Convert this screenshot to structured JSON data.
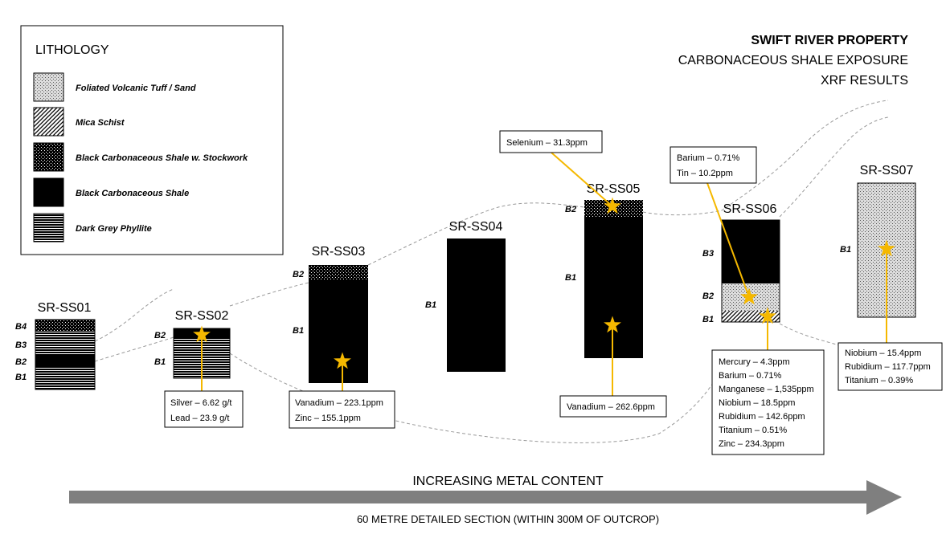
{
  "header": {
    "line1": "SWIFT RIVER PROPERTY",
    "line2": "CARBONACEOUS SHALE EXPOSURE",
    "line3": "XRF RESULTS"
  },
  "legend": {
    "title": "LITHOLOGY",
    "items": [
      {
        "label": "Foliated Volcanic Tuff / Sand",
        "pattern": "tuff"
      },
      {
        "label": "Mica Schist",
        "pattern": "schist"
      },
      {
        "label": "Black Carbonaceous Shale w. Stockwork",
        "pattern": "stockwork"
      },
      {
        "label": "Black Carbonaceous Shale",
        "pattern": "shale"
      },
      {
        "label": "Dark Grey Phyllite",
        "pattern": "phyllite"
      }
    ]
  },
  "columns": [
    {
      "id": "SR-SS01",
      "beds": [
        "B4",
        "B3",
        "B2",
        "B1"
      ]
    },
    {
      "id": "SR-SS02",
      "beds": [
        "B2",
        "B1"
      ]
    },
    {
      "id": "SR-SS03",
      "beds": [
        "B2",
        "B1"
      ]
    },
    {
      "id": "SR-SS04",
      "beds": [
        "B1"
      ]
    },
    {
      "id": "SR-SS05",
      "beds": [
        "B2",
        "B1"
      ]
    },
    {
      "id": "SR-SS06",
      "beds": [
        "B3",
        "B2",
        "B1"
      ]
    },
    {
      "id": "SR-SS07",
      "beds": [
        "B1"
      ]
    }
  ],
  "callouts": [
    {
      "id": "ss02",
      "lines": [
        "Silver – 6.62 g/t",
        "Lead – 23.9 g/t"
      ]
    },
    {
      "id": "ss03",
      "lines": [
        "Vanadium – 223.1ppm",
        "Zinc – 155.1ppm"
      ]
    },
    {
      "id": "ss05-top",
      "lines": [
        "Selenium – 31.3ppm"
      ]
    },
    {
      "id": "ss05-bottom",
      "lines": [
        "Vanadium – 262.6ppm"
      ]
    },
    {
      "id": "ss06-top",
      "lines": [
        "Barium – 0.71%",
        "Tin – 10.2ppm"
      ]
    },
    {
      "id": "ss06-bottom",
      "lines": [
        "Mercury – 4.3ppm",
        "Barium – 0.71%",
        "Manganese – 1,535ppm",
        "Niobium – 18.5ppm",
        "Rubidium – 142.6ppm",
        "Titanium – 0.51%",
        "Zinc – 234.3ppm"
      ]
    },
    {
      "id": "ss07",
      "lines": [
        "Niobium – 15.4ppm",
        "Rubidium – 117.7ppm",
        "Titanium – 0.39%"
      ]
    }
  ],
  "arrow": {
    "label_top": "INCREASING METAL CONTENT",
    "label_bottom": "60 METRE DETAILED SECTION (WITHIN 300M OF OUTCROP)"
  },
  "colors": {
    "star": "#f5b800",
    "leader": "#f5b800",
    "arrow": "#7f7f7f",
    "correlation_line": "#999999"
  }
}
